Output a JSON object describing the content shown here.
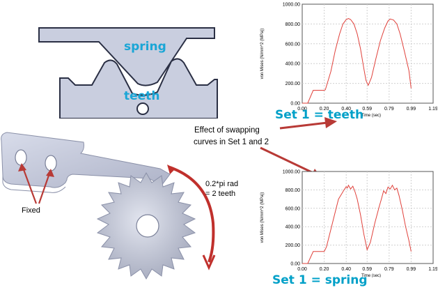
{
  "labels": {
    "spring": "spring",
    "teeth": "teeth",
    "fixed": "Fixed",
    "rotation_line1": "0.2*pi rad",
    "rotation_line2": "= 2 teeth",
    "effect_line1": "Effect of swapping",
    "effect_line2": "curves in Set 1 and 2",
    "caption_top": "Set 1 = teeth",
    "caption_bottom": "Set 1 = spring"
  },
  "colors": {
    "curve": "#e0403a",
    "arrow": "#b83a36",
    "caption": "#00a0c8",
    "part_fill": "#c9cedf",
    "part_stroke": "#2a2f44"
  },
  "chart_data": [
    {
      "type": "line",
      "ylabel": "von Mises (N/mm^2 (MPa))",
      "xlabel": "Time (sec)",
      "xticks": [
        "0.00",
        "0.20",
        "0.40",
        "0.59",
        "0.79",
        "0.99",
        "1.19"
      ],
      "yticks": [
        "0.00",
        "200.00",
        "400.00",
        "600.00",
        "800.00",
        "1000.00"
      ],
      "xlim": [
        0,
        1.19
      ],
      "ylim": [
        0,
        1000
      ],
      "series": [
        {
          "x": [
            0.0,
            0.05,
            0.1,
            0.2,
            0.21,
            0.26,
            0.3,
            0.34,
            0.37,
            0.4,
            0.42,
            0.44,
            0.47,
            0.5,
            0.53,
            0.56,
            0.58,
            0.6,
            0.63,
            0.67,
            0.71,
            0.75,
            0.78,
            0.8,
            0.83,
            0.86,
            0.89,
            0.93,
            0.97,
            0.99
          ],
          "y": [
            0,
            0,
            130,
            130,
            135,
            320,
            530,
            700,
            800,
            845,
            855,
            845,
            800,
            700,
            550,
            350,
            230,
            180,
            260,
            450,
            630,
            760,
            830,
            850,
            840,
            800,
            700,
            520,
            330,
            150
          ]
        }
      ]
    },
    {
      "type": "line",
      "ylabel": "von Mises (N/mm^2 (MPa))",
      "xlabel": "Time (sec)",
      "xticks": [
        "0.00",
        "0.20",
        "0.40",
        "0.59",
        "0.79",
        "0.99",
        "1.19"
      ],
      "yticks": [
        "0.00",
        "200.00",
        "400.00",
        "600.00",
        "800.00",
        "1000.00"
      ],
      "xlim": [
        0,
        1.19
      ],
      "ylim": [
        0,
        1000
      ],
      "series": [
        {
          "x": [
            0.0,
            0.05,
            0.1,
            0.2,
            0.22,
            0.26,
            0.3,
            0.33,
            0.36,
            0.38,
            0.4,
            0.41,
            0.42,
            0.44,
            0.46,
            0.48,
            0.5,
            0.53,
            0.56,
            0.59,
            0.62,
            0.66,
            0.7,
            0.72,
            0.74,
            0.76,
            0.78,
            0.8,
            0.82,
            0.84,
            0.86,
            0.88,
            0.91,
            0.94,
            0.97,
            0.99
          ],
          "y": [
            0,
            0,
            130,
            130,
            180,
            370,
            560,
            700,
            760,
            800,
            835,
            820,
            850,
            810,
            840,
            780,
            700,
            530,
            320,
            150,
            230,
            440,
            620,
            700,
            790,
            760,
            830,
            810,
            850,
            800,
            820,
            740,
            580,
            400,
            250,
            130
          ]
        }
      ]
    }
  ]
}
